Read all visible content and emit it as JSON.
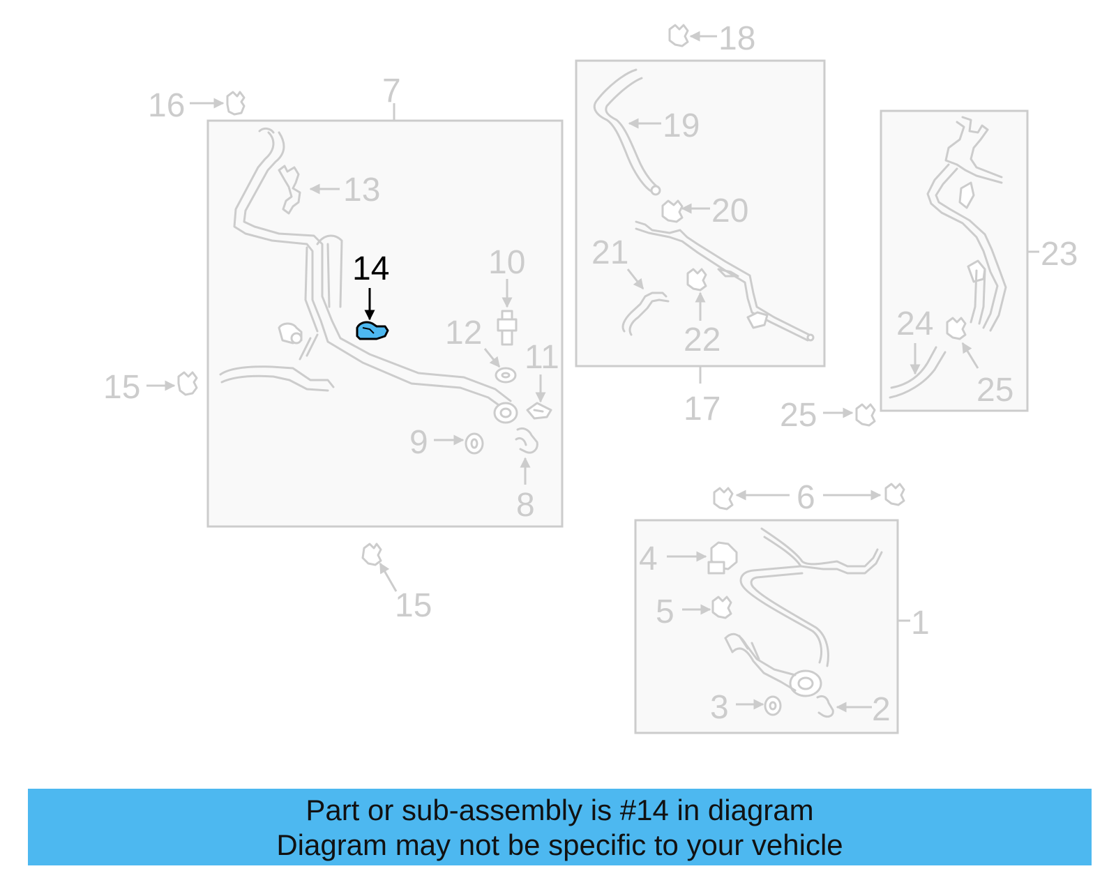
{
  "callouts": {
    "c1": "1",
    "c2": "2",
    "c3": "3",
    "c4": "4",
    "c5": "5",
    "c6": "6",
    "c7": "7",
    "c8": "8",
    "c9": "9",
    "c10": "10",
    "c11": "11",
    "c12": "12",
    "c13": "13",
    "c14": "14",
    "c15a": "15",
    "c15b": "15",
    "c16": "16",
    "c17": "17",
    "c18": "18",
    "c19": "19",
    "c20": "20",
    "c21": "21",
    "c22": "22",
    "c23": "23",
    "c24": "24",
    "c25a": "25",
    "c25b": "25"
  },
  "highlight": {
    "part_number": "14",
    "color": "#4db8f0"
  },
  "banner": {
    "line1": "Part or sub-assembly is #14 in diagram",
    "line2": "Diagram may not be specific to your vehicle",
    "background": "#4db8f0"
  }
}
